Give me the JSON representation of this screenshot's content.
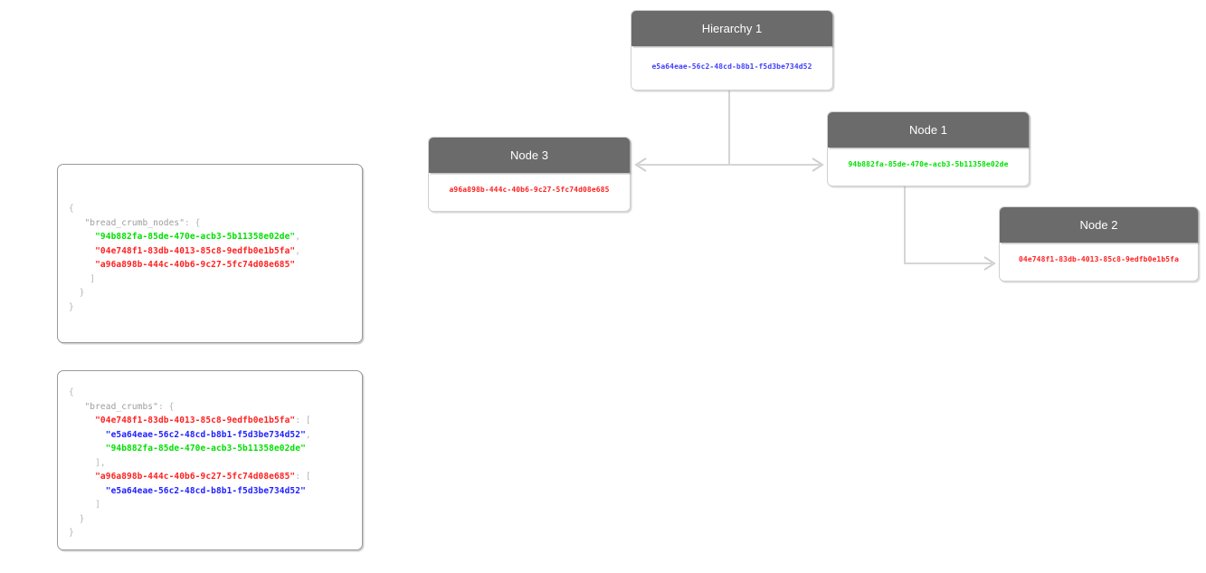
{
  "uuids": {
    "hierarchy": "e5a64eae-56c2-48cd-b8b1-f5d3be734d52",
    "node1": "94b882fa-85de-470e-acb3-5b11358e02de",
    "node2": "04e748f1-83db-4013-85c8-9edfb0e1b5fa",
    "node3": "a96a898b-444c-40b6-9c27-5fc74d08e685"
  },
  "colors": {
    "blue": "#2020ff",
    "green": "#00e000",
    "red": "#ff2020",
    "header_gray": "#6b6b6b",
    "connector_gray": "#d0d0d0",
    "punct_gray": "#b4b4b4",
    "key_gray": "#9c9c9c"
  },
  "diagram": {
    "nodes": [
      {
        "id": "hierarchy-1",
        "title": "Hierarchy 1",
        "uuid": "e5a64eae-56c2-48cd-b8b1-f5d3be734d52",
        "uuid_color": "blue"
      },
      {
        "id": "node-1",
        "title": "Node 1",
        "uuid": "94b882fa-85de-470e-acb3-5b11358e02de",
        "uuid_color": "green"
      },
      {
        "id": "node-3",
        "title": "Node 3",
        "uuid": "a96a898b-444c-40b6-9c27-5fc74d08e685",
        "uuid_color": "red"
      },
      {
        "id": "node-2",
        "title": "Node 2",
        "uuid": "04e748f1-83db-4013-85c8-9edfb0e1b5fa",
        "uuid_color": "red"
      }
    ],
    "edges": [
      {
        "from": "hierarchy-1",
        "to": "node-3",
        "arrow": "left"
      },
      {
        "from": "hierarchy-1",
        "to": "node-1",
        "arrow": "right"
      },
      {
        "from": "node-1",
        "to": "node-2",
        "arrow": "right"
      }
    ]
  },
  "code_panels": [
    {
      "id": "bread-crumb-nodes",
      "lines": [
        [
          {
            "t": "{",
            "c": "punct"
          }
        ],
        [
          {
            "t": "   ",
            "c": "punct"
          },
          {
            "t": "\"bread_crumb_nodes\"",
            "c": "key"
          },
          {
            "t": ": {",
            "c": "punct"
          }
        ],
        [
          {
            "t": "     ",
            "c": "punct"
          },
          {
            "t": "\"94b882fa-85de-470e-acb3-5b11358e02de\"",
            "c": "green"
          },
          {
            "t": ",",
            "c": "punct"
          }
        ],
        [
          {
            "t": "     ",
            "c": "punct"
          },
          {
            "t": "\"04e748f1-83db-4013-85c8-9edfb0e1b5fa\"",
            "c": "red"
          },
          {
            "t": ",",
            "c": "punct"
          }
        ],
        [
          {
            "t": "     ",
            "c": "punct"
          },
          {
            "t": "\"a96a898b-444c-40b6-9c27-5fc74d08e685\"",
            "c": "red"
          }
        ],
        [
          {
            "t": "    ]",
            "c": "punct"
          }
        ],
        [
          {
            "t": "  }",
            "c": "punct"
          }
        ],
        [
          {
            "t": "}",
            "c": "punct"
          }
        ]
      ]
    },
    {
      "id": "bread-crumbs",
      "lines": [
        [
          {
            "t": "{",
            "c": "punct"
          }
        ],
        [
          {
            "t": "   ",
            "c": "punct"
          },
          {
            "t": "\"bread_crumbs\"",
            "c": "key"
          },
          {
            "t": ": {",
            "c": "punct"
          }
        ],
        [
          {
            "t": "     ",
            "c": "punct"
          },
          {
            "t": "\"04e748f1-83db-4013-85c8-9edfb0e1b5fa\"",
            "c": "red"
          },
          {
            "t": ": [",
            "c": "punct"
          }
        ],
        [
          {
            "t": "       ",
            "c": "punct"
          },
          {
            "t": "\"e5a64eae-56c2-48cd-b8b1-f5d3be734d52\"",
            "c": "blue"
          },
          {
            "t": ",",
            "c": "punct"
          }
        ],
        [
          {
            "t": "       ",
            "c": "punct"
          },
          {
            "t": "\"94b882fa-85de-470e-acb3-5b11358e02de\"",
            "c": "green"
          }
        ],
        [
          {
            "t": "     ],",
            "c": "punct"
          }
        ],
        [
          {
            "t": "     ",
            "c": "punct"
          },
          {
            "t": "\"a96a898b-444c-40b6-9c27-5fc74d08e685\"",
            "c": "red"
          },
          {
            "t": ": [",
            "c": "punct"
          }
        ],
        [
          {
            "t": "       ",
            "c": "punct"
          },
          {
            "t": "\"e5a64eae-56c2-48cd-b8b1-f5d3be734d52\"",
            "c": "blue"
          }
        ],
        [
          {
            "t": "     ]",
            "c": "punct"
          }
        ],
        [
          {
            "t": "  }",
            "c": "punct"
          }
        ],
        [
          {
            "t": "}",
            "c": "punct"
          }
        ]
      ]
    }
  ]
}
